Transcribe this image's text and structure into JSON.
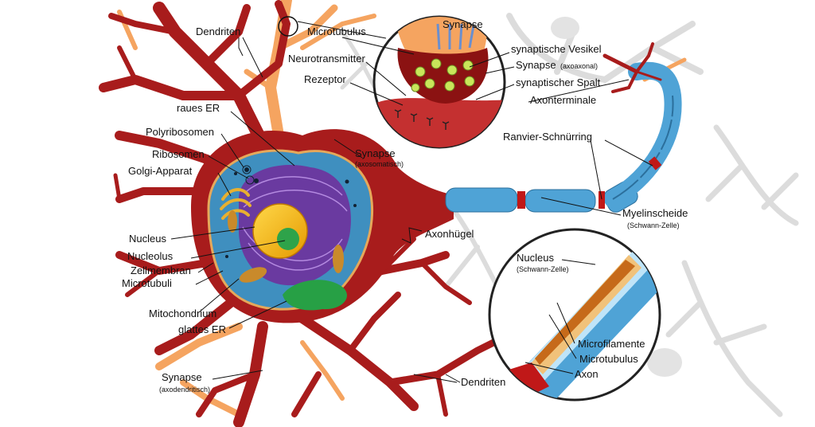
{
  "labels": {
    "dendriten_top": "Dendriten",
    "microtubulus_top": "Microtubulus",
    "neurotransmitter": "Neurotransmitter",
    "rezeptor": "Rezeptor",
    "synapse_inset_title": "Synapse",
    "synaptische_vesikel": "synaptische Vesikel",
    "synapse_axoaxonal": "Synapse",
    "synapse_axoaxonal_sub": "(axoaxonal)",
    "synaptischer_spalt": "synaptischer Spalt",
    "axonterminale": "Axonterminale",
    "ranvier": "Ranvier-Schnürring",
    "raues_er": "raues ER",
    "polyribosomen": "Polyribosomen",
    "ribosomen": "Ribosomen",
    "golgi": "Golgi-Apparat",
    "synapse_axosomatisch": "Synapse",
    "synapse_axosomatisch_sub": "(axosomatisch)",
    "myelinscheide": "Myelinscheide",
    "myelinscheide_sub": "(Schwann-Zelle)",
    "axonhuegel": "Axonhügel",
    "nucleus": "Nucleus",
    "nucleolus": "Nucleolus",
    "zellmembran": "Zellmembran",
    "microtubuli": "Microtubuli",
    "mitochondrium": "Mitochondrium",
    "glattes_er": "glattes ER",
    "nucleus_schwann": "Nucleus",
    "nucleus_schwann_sub": "(Schwann-Zelle)",
    "microfilamente": "Microfilamente",
    "microtubulus_axon": "Microtubulus",
    "axon": "Axon",
    "synapse_axodendritisch": "Synapse",
    "synapse_axodendritisch_sub": "(axodendritisch)",
    "dendriten_bottom": "Dendriten"
  },
  "colors": {
    "neuron": "#a81c1c",
    "myelin": "#4fa3d6",
    "nucleus": "#f0b800",
    "cytoplasm": "#3f8fbf",
    "er": "#6a3aa0",
    "mitochondria": "#c98a2b",
    "orange_dendrite": "#f5a460",
    "grey_bg": "#d9d9d9"
  }
}
